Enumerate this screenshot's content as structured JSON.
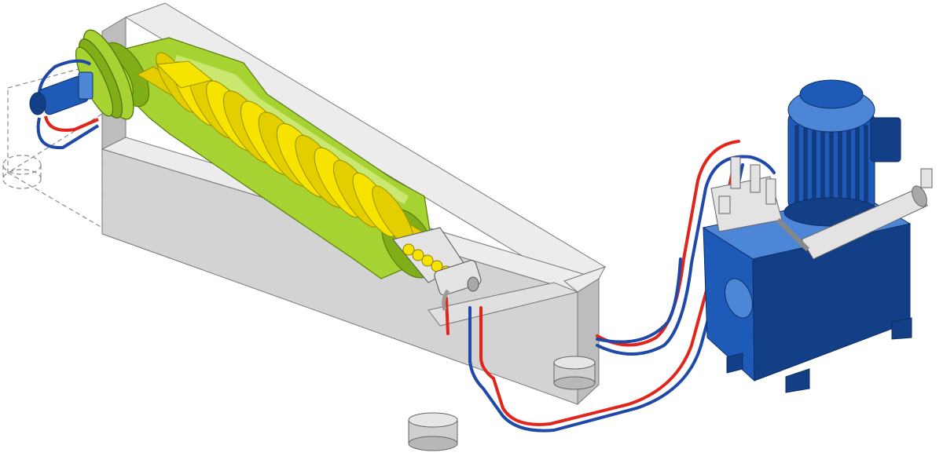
{
  "illustration": {
    "kind": "technical-cutaway",
    "components": [
      "decanter-centrifuge-bowl",
      "screw-conveyor",
      "machine-frame",
      "mounting-feet",
      "hydraulic-backdrive-motor",
      "belt-drive-pulleys",
      "main-drive-motor-ghost",
      "hydraulic-hoses",
      "hydraulic-power-unit",
      "electric-motor",
      "valve-manifold",
      "hydraulic-cylinder-accumulator"
    ]
  },
  "colors": {
    "background": "#ffffff",
    "bowl_green": "#a6d232",
    "bowl_green_dark": "#6f9a10",
    "bowl_green_light": "#d3ec7e",
    "screw_yellow": "#f6e400",
    "screw_yellow_dark": "#c6b600",
    "frame_light": "#e9e9e9",
    "frame_mid": "#cfcfcf",
    "frame_dark": "#b0b0b0",
    "machine_blue": "#1e5bb8",
    "machine_blue_dark": "#123f86",
    "machine_blue_light": "#4d86d6",
    "hose_red": "#e1251b",
    "hose_blue": "#1f49a8",
    "steel": "#d9d9d9",
    "outline": "#333333"
  }
}
